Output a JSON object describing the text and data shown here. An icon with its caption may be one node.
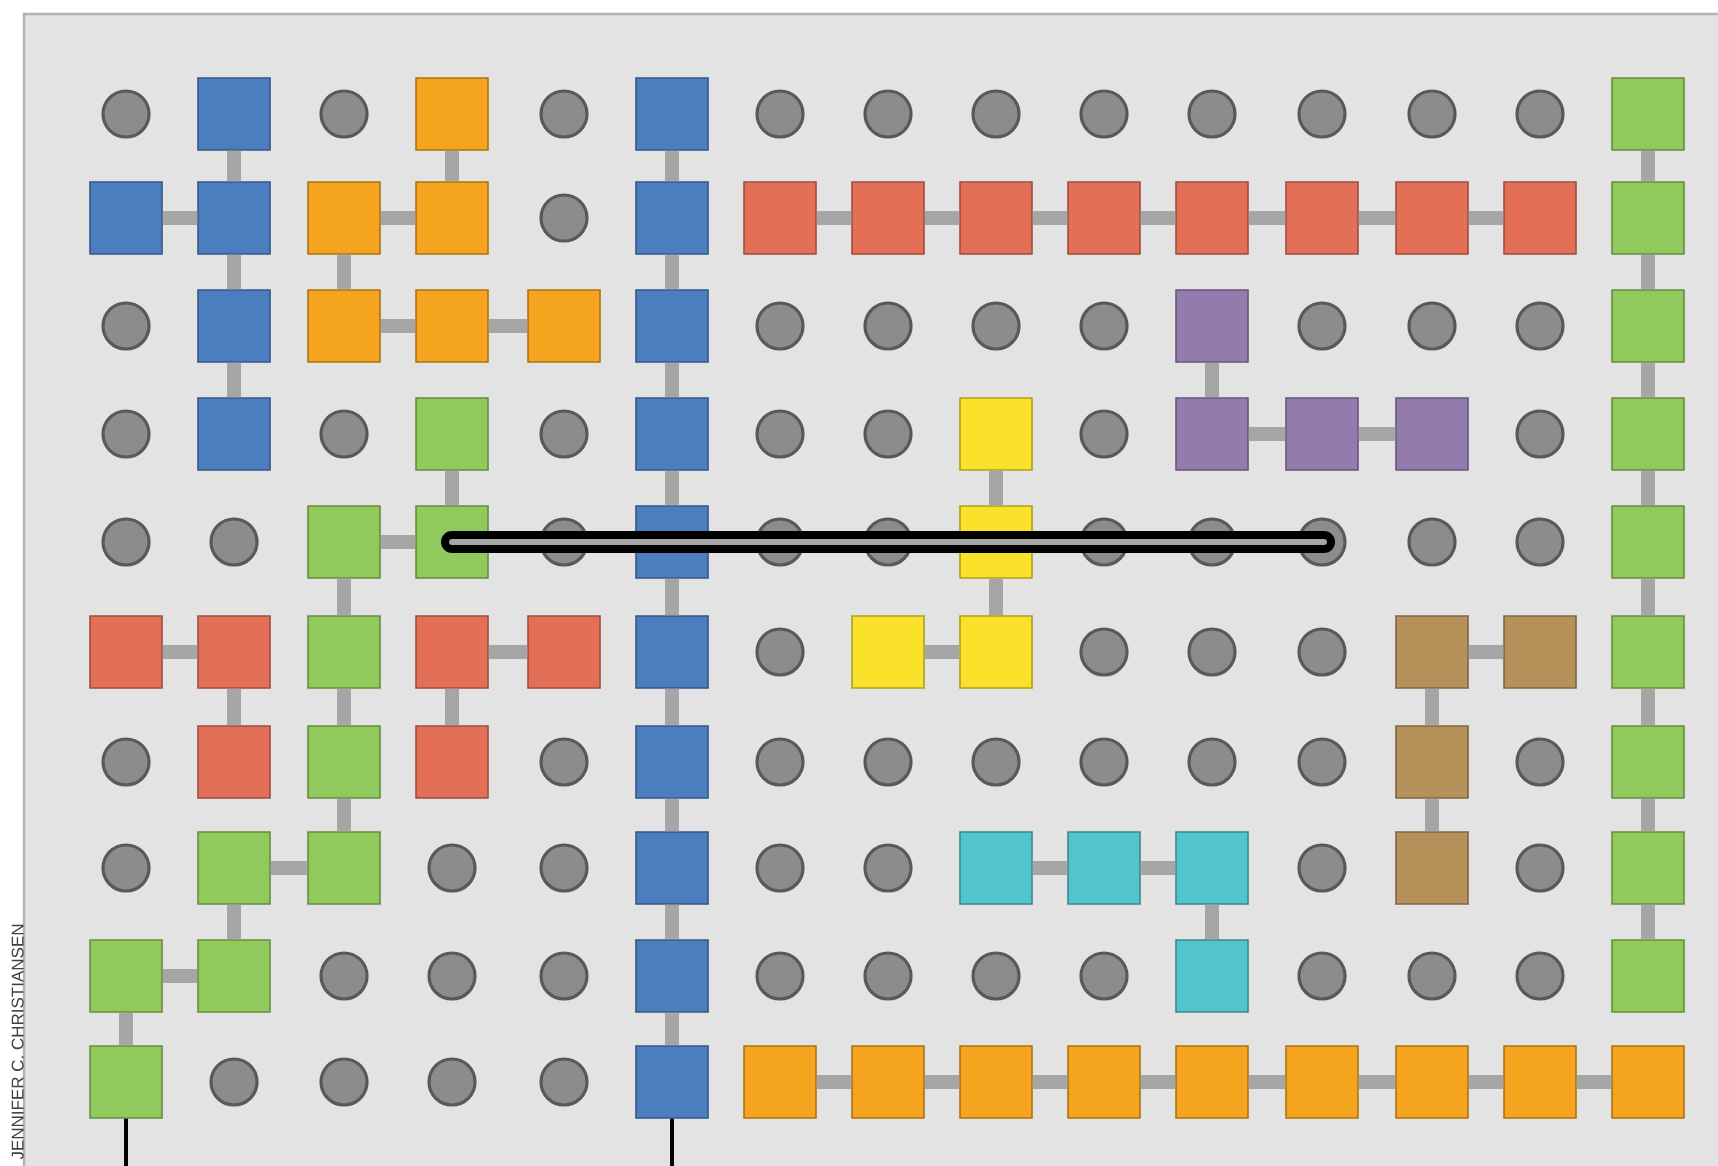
{
  "diagram": {
    "nodes": [
      {
        "text": [],
        "shape": "box"
      },
      {
        "text": [],
        "shape": "box"
      },
      {
        "text": [],
        "shape": "box"
      },
      {
        "text": [],
        "shape": "box"
      },
      {
        "text": [],
        "shape": "box"
      },
      {
        "text": [],
        "shape": "box"
      },
      {
        "text": [],
        "shape": "box"
      },
      {
        "text": [],
        "shape": "box"
      },
      {
        "text": [],
        "shape": "box"
      },
      {
        "text": [],
        "shape": "box"
      },
      {
        "text": [],
        "shape": "box"
      },
      {
        "text": [],
        "shape": "box"
      },
      {
        "text": [],
        "shape": "box"
      },
      {
        "text": [],
        "shape": "box"
      },
      {
        "text": [],
        "shape": "box"
      },
      {
        "text": [],
        "shape": "box"
      },
      {
        "text": [],
        "shape": "box"
      },
      {
        "text": [],
        "shape": "box"
      },
      {
        "text": [],
        "shape": "box"
      },
      {
        "text": [],
        "shape": "box"
      },
      {
        "text": [],
        "shape": "box"
      },
      {
        "text": [],
        "shape": "box"
      },
      {
        "text": [],
        "shape": "box"
      },
      {
        "text": [],
        "shape": "box"
      },
      {
        "text": [],
        "shape": "box"
      },
      {
        "text": [],
        "shape": "box"
      },
      {
        "text": [],
        "shape": "box"
      },
      {
        "text": [],
        "shape": "box"
      },
      {
        "text": [],
        "shape": "box"
      },
      {
        "text": [],
        "shape": "box"
      },
      {
        "text": [],
        "shape": "box"
      },
      {
        "text": [],
        "shape": "box"
      },
      {
        "text": [],
        "shape": "box"
      },
      {
        "text": [],
        "shape": "box"
      },
      {
        "text": [],
        "shape": "box"
      },
      {
        "text": [],
        "shape": "box"
      },
      {
        "text": [],
        "shape": "box"
      },
      {
        "text": [],
        "shape": "box"
      },
      {
        "text": [],
        "shape": "box"
      },
      {
        "text": [],
        "shape": "box"
      },
      {
        "text": [],
        "shape": "box"
      },
      {
        "text": [],
        "shape": "box"
      },
      {
        "text": [],
        "shape": "box"
      },
      {
        "text": [],
        "shape": "box"
      },
      {
        "text": [],
        "shape": "box"
      },
      {
        "text": [],
        "shape": "box"
      },
      {
        "text": [],
        "shape": "box"
      },
      {
        "text": [],
        "shape": "box"
      },
      {
        "text": [],
        "shape": "box"
      },
      {
        "text": [],
        "shape": "box"
      },
      {
        "text": [],
        "shape": "box"
      },
      {
        "text": [],
        "shape": "box"
      },
      {
        "text": [],
        "shape": "box"
      },
      {
        "text": [],
        "shape": "box"
      },
      {
        "text": [],
        "shape": "box"
      },
      {
        "text": [],
        "shape": "box"
      },
      {
        "text": [],
        "shape": "box"
      },
      {
        "text": [],
        "shape": "box"
      },
      {
        "text": [],
        "shape": "box"
      },
      {
        "text": [],
        "shape": "box"
      },
      {
        "text": [],
        "shape": "box"
      },
      {
        "text": [],
        "shape": "box"
      },
      {
        "text": [],
        "shape": "box"
      },
      {
        "text": [],
        "shape": "box"
      },
      {
        "text": [],
        "shape": "box"
      },
      {
        "text": [],
        "shape": "box"
      },
      {
        "text": [],
        "shape": "box"
      },
      {
        "text": [],
        "shape": "box"
      },
      {
        "text": [],
        "shape": "box"
      },
      {
        "text": [],
        "shape": "box"
      },
      {
        "text": [],
        "shape": "box"
      },
      {
        "text": [],
        "shape": "box"
      },
      {
        "text": [],
        "shape": "box"
      },
      {
        "text": [],
        "shape": "box"
      },
      {
        "text": [],
        "shape": "box"
      },
      {
        "text": [],
        "shape": "box"
      },
      {
        "text": [],
        "shape": "box"
      },
      {
        "text": [],
        "shape": "box"
      },
      {
        "text": [],
        "shape": "box"
      }
    ],
    "edges": [
      {
        "from": 0,
        "to": 5,
        "arrow": "none"
      },
      {
        "from": 4,
        "to": 5,
        "arrow": "none"
      },
      {
        "from": 5,
        "to": 18,
        "arrow": "none"
      },
      {
        "from": 18,
        "to": 25,
        "arrow": "none"
      },
      {
        "from": 1,
        "to": 7,
        "arrow": "none"
      },
      {
        "from": 6,
        "to": 7,
        "arrow": "none"
      },
      {
        "from": 6,
        "to": 19,
        "arrow": "none"
      },
      {
        "from": 19,
        "to": 20,
        "arrow": "none"
      },
      {
        "from": 20,
        "to": 21,
        "arrow": "none"
      },
      {
        "from": 2,
        "to": 8,
        "arrow": "none"
      },
      {
        "from": 8,
        "to": 22,
        "arrow": "none"
      },
      {
        "from": 22,
        "to": 27,
        "arrow": "none"
      },
      {
        "from": 27,
        "to": 35,
        "arrow": "none"
      },
      {
        "from": 35,
        "to": 43,
        "arrow": "none"
      },
      {
        "from": 43,
        "to": 52,
        "arrow": "none"
      },
      {
        "from": 52,
        "to": 57,
        "arrow": "none"
      },
      {
        "from": 57,
        "to": 65,
        "arrow": "none"
      },
      {
        "from": 65,
        "to": 69,
        "arrow": "none"
      },
      {
        "from": 9,
        "to": 10,
        "arrow": "none"
      },
      {
        "from": 10,
        "to": 11,
        "arrow": "none"
      },
      {
        "from": 11,
        "to": 12,
        "arrow": "none"
      },
      {
        "from": 12,
        "to": 13,
        "arrow": "none"
      },
      {
        "from": 13,
        "to": 14,
        "arrow": "none"
      },
      {
        "from": 14,
        "to": 15,
        "arrow": "none"
      },
      {
        "from": 15,
        "to": 16,
        "arrow": "none"
      },
      {
        "from": 3,
        "to": 17,
        "arrow": "none"
      },
      {
        "from": 17,
        "to": 24,
        "arrow": "none"
      },
      {
        "from": 24,
        "to": 32,
        "arrow": "none"
      },
      {
        "from": 32,
        "to": 37,
        "arrow": "none"
      },
      {
        "from": 37,
        "to": 48,
        "arrow": "none"
      },
      {
        "from": 48,
        "to": 54,
        "arrow": "none"
      },
      {
        "from": 54,
        "to": 62,
        "arrow": "none"
      },
      {
        "from": 62,
        "to": 67,
        "arrow": "none"
      },
      {
        "from": 70,
        "to": 71,
        "arrow": "none"
      },
      {
        "from": 71,
        "to": 72,
        "arrow": "none"
      },
      {
        "from": 72,
        "to": 73,
        "arrow": "none"
      },
      {
        "from": 73,
        "to": 74,
        "arrow": "none"
      },
      {
        "from": 74,
        "to": 75,
        "arrow": "none"
      },
      {
        "from": 75,
        "to": 76,
        "arrow": "none"
      },
      {
        "from": 76,
        "to": 77,
        "arrow": "none"
      },
      {
        "from": 77,
        "to": 78,
        "arrow": "none"
      },
      {
        "from": 23,
        "to": 29,
        "arrow": "none"
      },
      {
        "from": 29,
        "to": 30,
        "arrow": "none"
      },
      {
        "from": 30,
        "to": 31,
        "arrow": "none"
      },
      {
        "from": 28,
        "to": 36,
        "arrow": "none"
      },
      {
        "from": 36,
        "to": 45,
        "arrow": "none"
      },
      {
        "from": 44,
        "to": 45,
        "arrow": "none"
      },
      {
        "from": 26,
        "to": 34,
        "arrow": "none"
      },
      {
        "from": 33,
        "to": 34,
        "arrow": "none"
      },
      {
        "from": 33,
        "to": 40,
        "arrow": "none"
      },
      {
        "from": 40,
        "to": 50,
        "arrow": "none"
      },
      {
        "from": 50,
        "to": 56,
        "arrow": "none"
      },
      {
        "from": 55,
        "to": 56,
        "arrow": "none"
      },
      {
        "from": 55,
        "to": 64,
        "arrow": "none"
      },
      {
        "from": 63,
        "to": 64,
        "arrow": "none"
      },
      {
        "from": 63,
        "to": 68,
        "arrow": "none"
      },
      {
        "from": 38,
        "to": 39,
        "arrow": "none"
      },
      {
        "from": 39,
        "to": 49,
        "arrow": "none"
      },
      {
        "from": 41,
        "to": 42,
        "arrow": "none"
      },
      {
        "from": 41,
        "to": 51,
        "arrow": "none"
      },
      {
        "from": 46,
        "to": 47,
        "arrow": "none"
      },
      {
        "from": 46,
        "to": 53,
        "arrow": "none"
      },
      {
        "from": 53,
        "to": 61,
        "arrow": "none"
      },
      {
        "from": 58,
        "to": 59,
        "arrow": "none"
      },
      {
        "from": 59,
        "to": 60,
        "arrow": "none"
      },
      {
        "from": 60,
        "to": 66,
        "arrow": "none"
      },
      {
        "from": 34,
        "to": null,
        "arrow": "none",
        "color": "#000000"
      },
      {
        "from": 68,
        "to": null,
        "arrow": "none",
        "color": "#000000"
      },
      {
        "from": 69,
        "to": null,
        "arrow": "none",
        "color": "#000000"
      }
    ],
    "labels": [
      "JENNIFER C. CHRISTIANSEN"
    ]
  }
}
